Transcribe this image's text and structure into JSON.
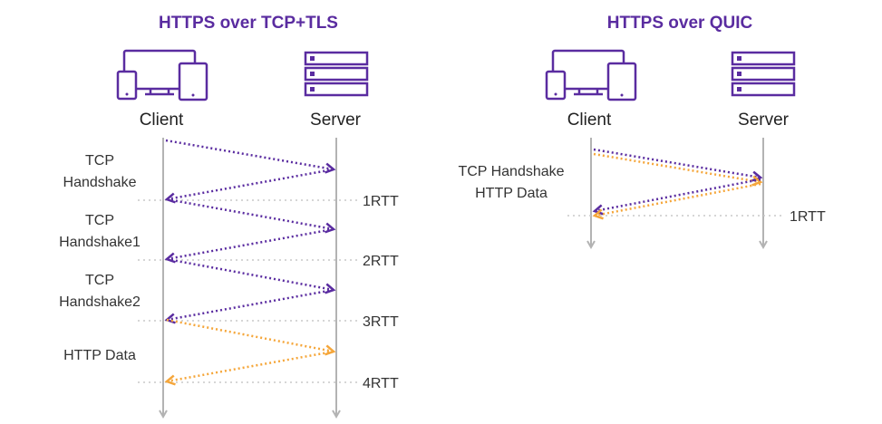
{
  "colors": {
    "title": "#5a2ca0",
    "handshake_arrow": "#5a2ca0",
    "data_arrow": "#f5a63a",
    "timeline": "#b3b3b3",
    "rtt_line": "#c8c8c8",
    "icon": "#5a2ca0"
  },
  "icons": {
    "client": "devices-icon",
    "server": "server-rack-icon"
  },
  "tcp_tls": {
    "title": "HTTPS over TCP+TLS",
    "client_label": "Client",
    "server_label": "Server",
    "steps": [
      {
        "line1": "TCP",
        "line2": "Handshake",
        "kind": "handshake"
      },
      {
        "line1": "TCP",
        "line2": "Handshake1",
        "kind": "handshake"
      },
      {
        "line1": "TCP",
        "line2": "Handshake2",
        "kind": "handshake"
      },
      {
        "line1": "HTTP Data",
        "line2": "",
        "kind": "data"
      }
    ],
    "rtt_labels": [
      "1RTT",
      "2RTT",
      "3RTT",
      "4RTT"
    ]
  },
  "quic": {
    "title": "HTTPS over QUIC",
    "client_label": "Client",
    "server_label": "Server",
    "steps": [
      {
        "line1": "TCP Handshake",
        "line2": "HTTP Data",
        "kind": "combined"
      }
    ],
    "rtt_labels": [
      "1RTT"
    ]
  }
}
